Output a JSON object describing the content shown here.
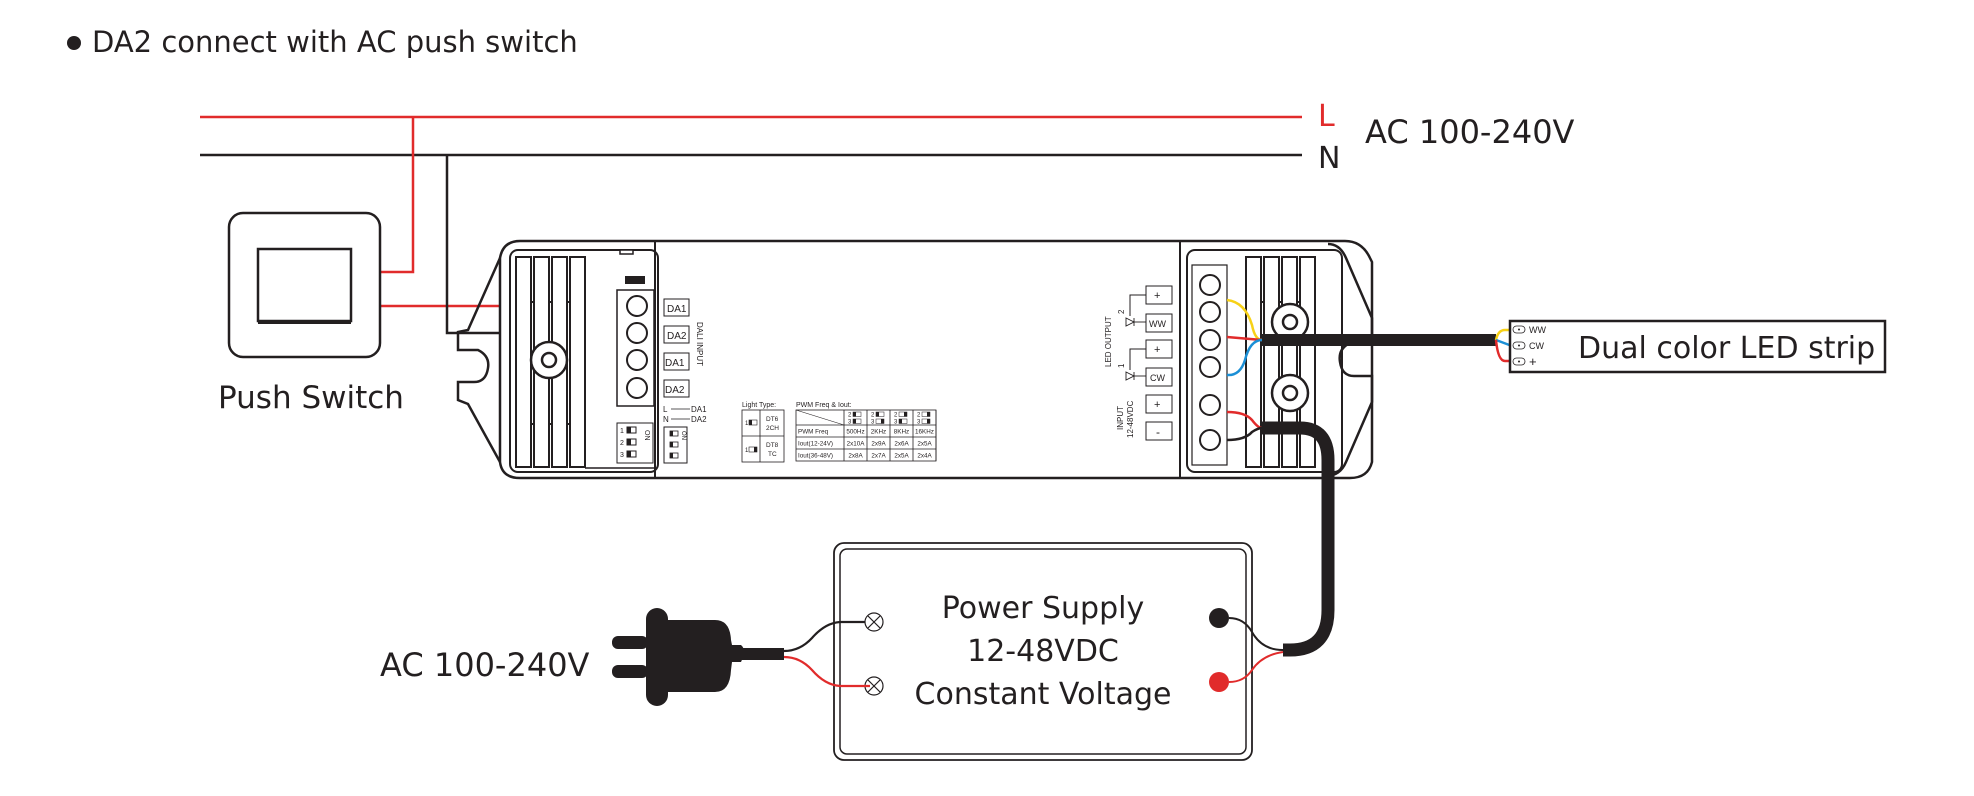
{
  "title": "DA2 connect with AC push switch",
  "mains": {
    "l_label": "L",
    "n_label": "N",
    "voltage_label": "AC 100-240V",
    "l_color": "#e12b2b",
    "n_color": "#231f20"
  },
  "push_switch": {
    "label": "Push  Switch"
  },
  "controller": {
    "dali_terminals": [
      "DA1",
      "DA2",
      "DA1",
      "DA2"
    ],
    "dali_input_label": "DALI INPUT",
    "l_da1_label": "L",
    "l_da1_target": "DA1",
    "n_da2_label": "N",
    "n_da2_target": "DA2",
    "dip_on_label": "ON",
    "dip_numbers": [
      "1",
      "2",
      "3"
    ],
    "light_type": {
      "title": "Light Type:",
      "rows": [
        {
          "switch": "1",
          "line1": "DT6",
          "line2": "2CH"
        },
        {
          "switch": "1",
          "line1": "DT8",
          "line2": "TC"
        }
      ]
    },
    "pwm_table": {
      "title": "PWM Freq & Iout:",
      "header_switches": [
        [
          "2",
          "3"
        ],
        [
          "2",
          "3"
        ],
        [
          "2",
          "3"
        ],
        [
          "2",
          "3"
        ]
      ],
      "rows": [
        {
          "label": "PWM Freq",
          "values": [
            "500Hz",
            "2KHz",
            "8KHz",
            "16KHz"
          ]
        },
        {
          "label": "Iout(12-24V)",
          "values": [
            "2x10A",
            "2x9A",
            "2x6A",
            "2x5A"
          ]
        },
        {
          "label": "Iout(36-48V)",
          "values": [
            "2x8A",
            "2x7A",
            "2x5A",
            "2x4A"
          ]
        }
      ]
    },
    "led_output_label": "LED OUTPUT",
    "output_channels": [
      {
        "number": "2",
        "plus": "+",
        "channel": "WW"
      },
      {
        "number": "1",
        "plus": "+",
        "channel": "CW"
      }
    ],
    "input_label_1": "INPUT",
    "input_label_2": "12-48VDC",
    "input_plus": "+",
    "input_minus": "-"
  },
  "led_strip": {
    "label": "Dual color LED strip",
    "pins": [
      "WW",
      "CW",
      "+"
    ],
    "wire_colors": [
      "#f7d117",
      "#1b8fd6",
      "#e12b2b"
    ]
  },
  "power_supply": {
    "line1": "Power Supply",
    "line2": "12-48VDC",
    "line3": "Constant Voltage"
  },
  "plug": {
    "label": "AC 100-240V"
  }
}
